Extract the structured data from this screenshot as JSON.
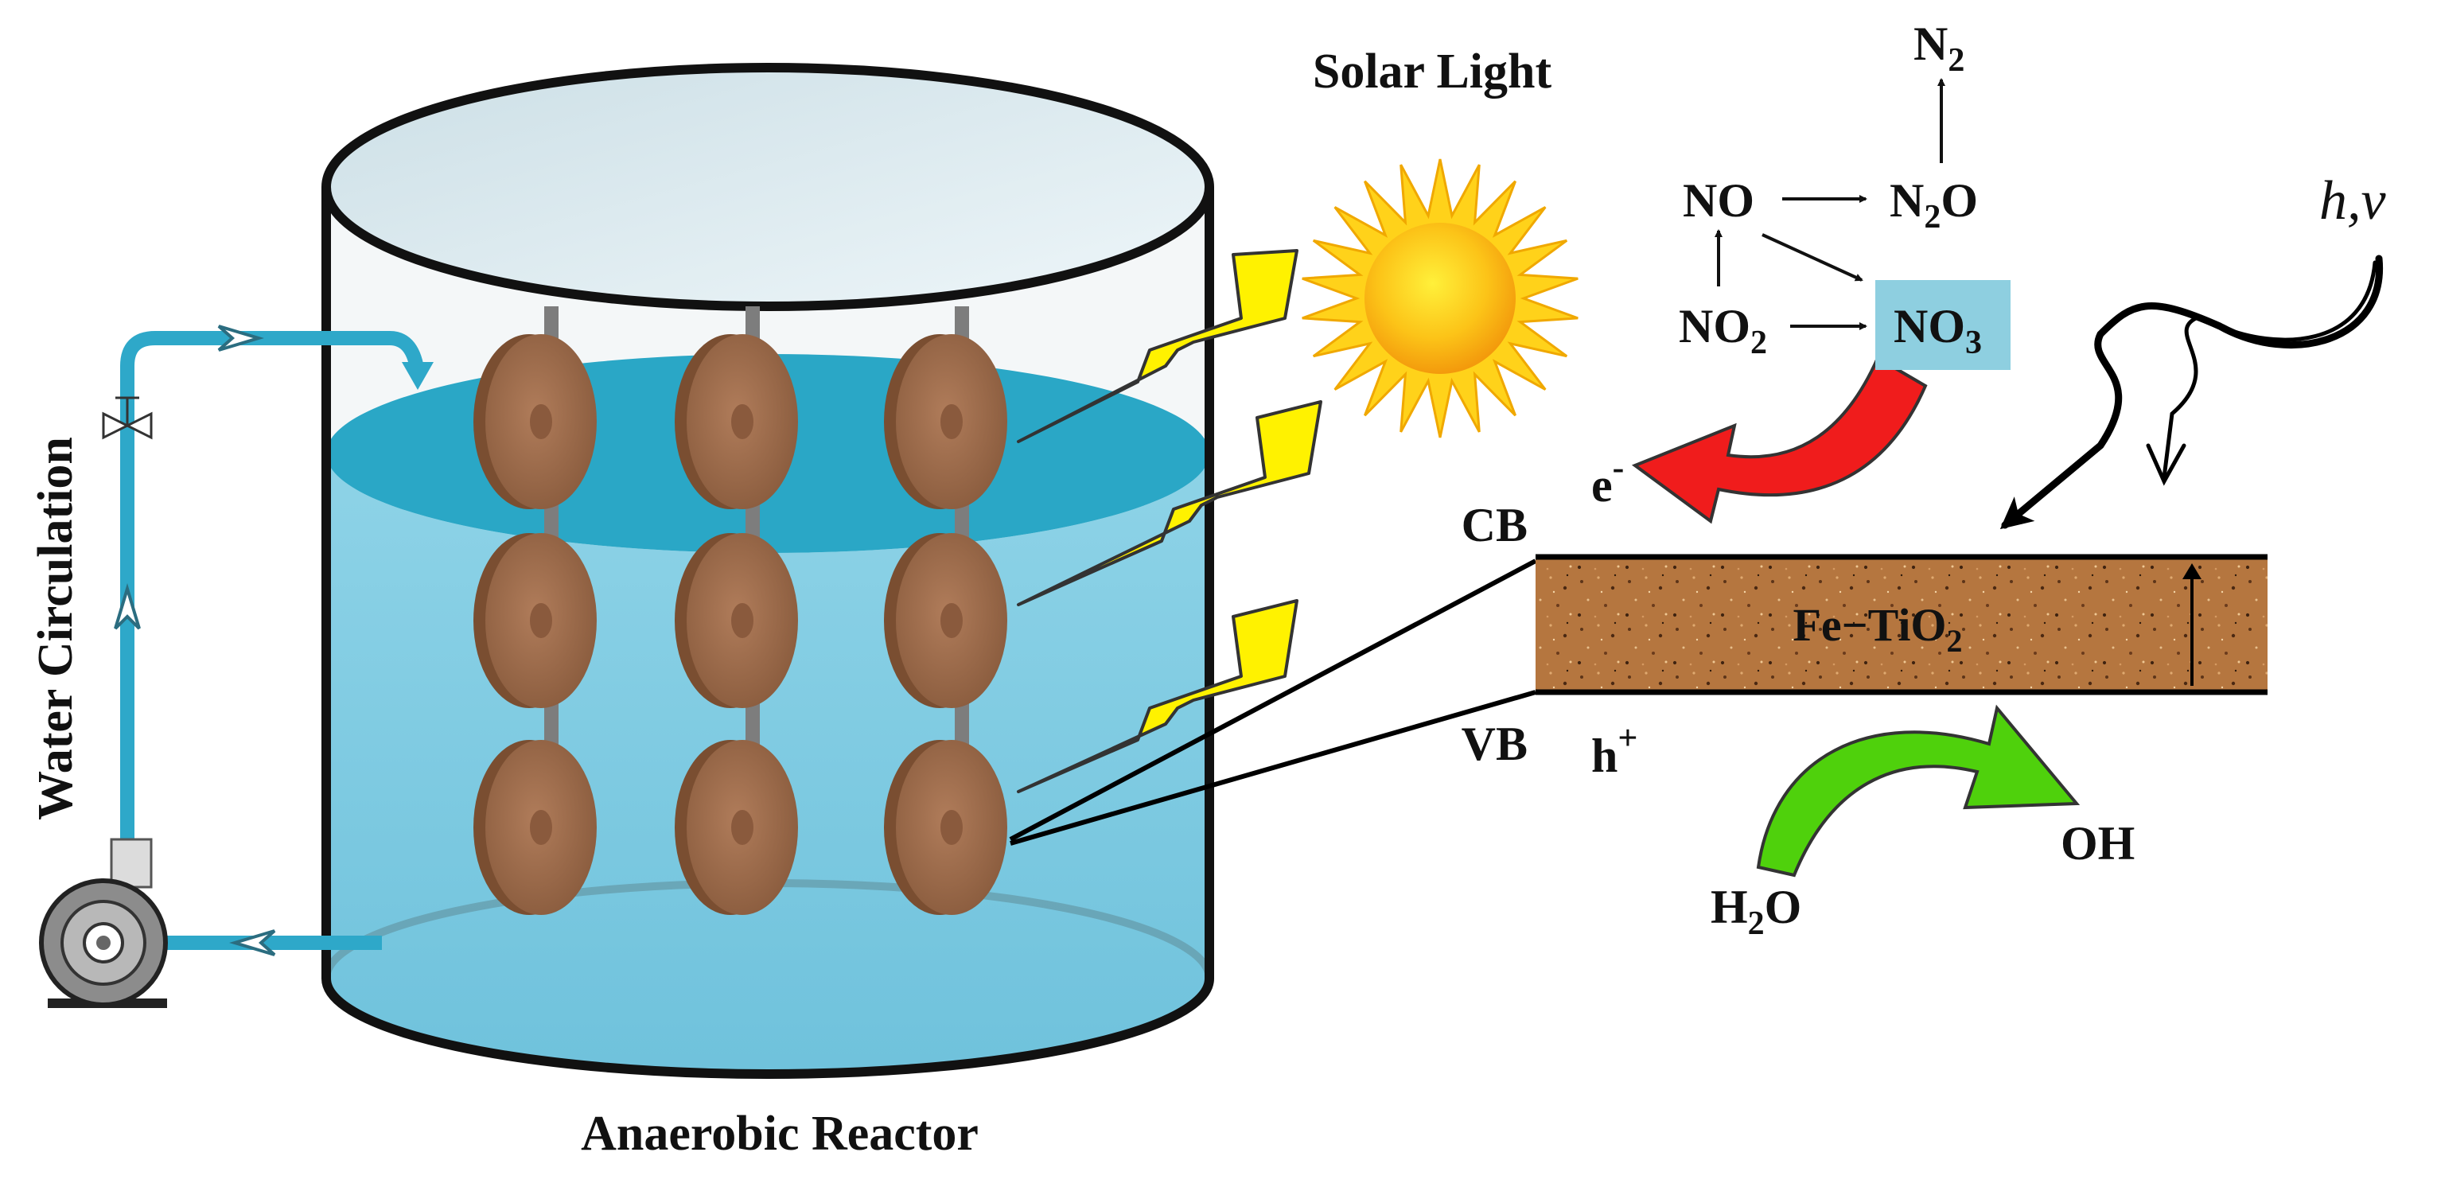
{
  "labels": {
    "solar_light": "Solar Light",
    "anaerobic_reactor": "Anaerobic Reactor",
    "water_circulation": "Water Circulation",
    "cb": "CB",
    "vb": "VB",
    "electron": "e",
    "electron_sup": "-",
    "hole": "h",
    "hole_sup": "+",
    "catalyst_pre": "Fe−TiO",
    "catalyst_sub": "2",
    "hv": "h,v",
    "no": "NO",
    "no2_pre": "NO",
    "no2_sub": "2",
    "n2o_pre": "N",
    "n2o_sub": "2",
    "n2o_post": "O",
    "n2_pre": "N",
    "n2_sub": "2",
    "no3_pre": "NO",
    "no3_sub": "3",
    "h2o_pre": "H",
    "h2o_sub": "2",
    "h2o_post": "O",
    "oh": "OH"
  },
  "colors": {
    "water_top": "#2aa7c6",
    "water_body": "#7dcbe2",
    "pipe": "#2ea8c9",
    "disc": "#9a6b4c",
    "bolt": "#fff200",
    "sun_core": "#fbb514",
    "sun_rays": "#ffd21a",
    "catalyst": "#b5763f",
    "red_arrow": "#f01c1c",
    "green_arrow": "#4fd10c",
    "no3_box": "#8ecfe0"
  }
}
